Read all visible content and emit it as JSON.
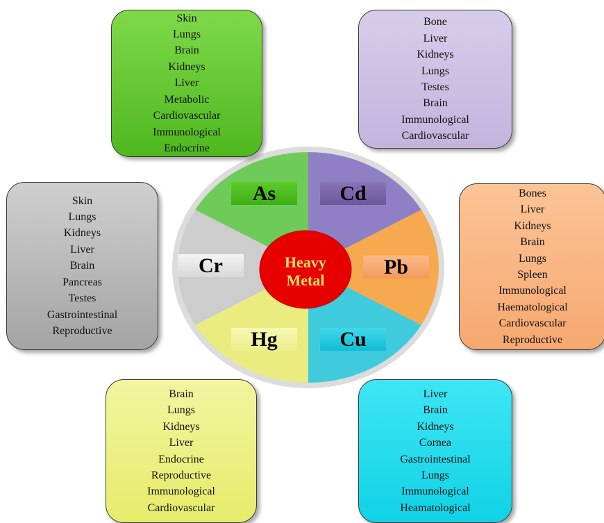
{
  "center": {
    "line1": "Heavy",
    "line2": "Metal"
  },
  "colors": {
    "center": "#e60000",
    "as": "#6ecb5a",
    "cd": "#8f7fc4",
    "pb": "#f6a94f",
    "cu": "#3fcbdc",
    "hg": "#eaec80",
    "cr": "#cdcdcd",
    "rim": "#dcdcdc"
  },
  "metals": [
    {
      "symbol": "As",
      "organs": [
        "Skin",
        "Lungs",
        "Brain",
        "Kidneys",
        "Liver",
        "Metabolic",
        "Cardiovascular",
        "Immunological",
        "Endocrine"
      ]
    },
    {
      "symbol": "Cd",
      "organs": [
        "Bone",
        "Liver",
        "Kidneys",
        "Lungs",
        "Testes",
        "Brain",
        "Immunological",
        "Cardiovascular"
      ]
    },
    {
      "symbol": "Pb",
      "organs": [
        "Bones",
        "Liver",
        "Kidneys",
        "Brain",
        "Lungs",
        "Spleen",
        "Immunological",
        "Haematological",
        "Cardiovascular",
        "Reproductive"
      ]
    },
    {
      "symbol": "Cu",
      "organs": [
        "Liver",
        "Brain",
        "Kidneys",
        "Cornea",
        "Gastrointestinal",
        "Lungs",
        "Immunological",
        "Heamatological"
      ]
    },
    {
      "symbol": "Hg",
      "organs": [
        "Brain",
        "Lungs",
        "Kidneys",
        "Liver",
        "Endocrine",
        "Reproductive",
        "Immunological",
        "Cardiovascular"
      ]
    },
    {
      "symbol": "Cr",
      "organs": [
        "Skin",
        "Lungs",
        "Kidneys",
        "Liver",
        "Brain",
        "Pancreas",
        "Testes",
        "Gastrointestinal",
        "Reproductive"
      ]
    }
  ]
}
